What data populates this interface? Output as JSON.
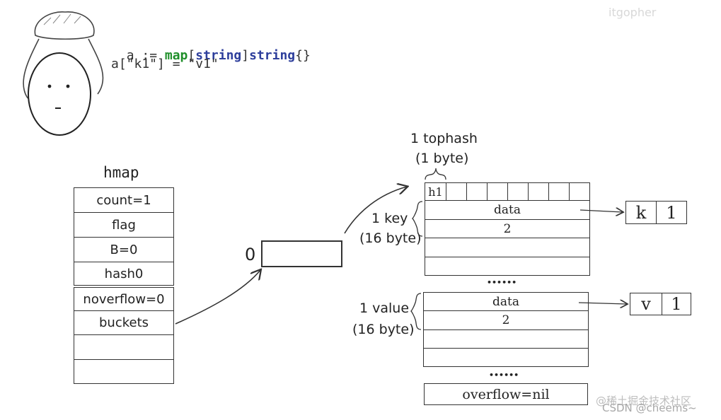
{
  "code": {
    "line1": {
      "prefix": "a := ",
      "map": "map",
      "lb": "[",
      "key_type": "string",
      "rb": "]",
      "val_type": "string",
      "suffix": "{}"
    },
    "line2": "a[\"k1\"] = \"v1\""
  },
  "hmap": {
    "title": "hmap",
    "fields": [
      "count=1",
      "flag",
      "B=0",
      "hash0",
      "noverflow=0",
      "buckets",
      "",
      ""
    ]
  },
  "bucket_array": {
    "index": "0"
  },
  "bucket": {
    "tophash_label_line1": "1 tophash",
    "tophash_label_line2": "(1 byte)",
    "tophash_first": "h1",
    "key_label_line1": "1 key",
    "key_label_line2": "(16 byte)",
    "value_label_line1": "1 value",
    "value_label_line2": "(16 byte)",
    "key_rows": [
      "data",
      "2",
      "",
      ""
    ],
    "value_rows": [
      "data",
      "2",
      "",
      ""
    ],
    "ellipsis": "••••••",
    "overflow": "overflow=nil"
  },
  "key_box": [
    "k",
    "1"
  ],
  "value_box": [
    "v",
    "1"
  ],
  "watermark_top": "itgopher",
  "watermark_bottom_1": "@稀土掘金技术社区",
  "watermark_bottom_2": "CSDN @cheems~"
}
